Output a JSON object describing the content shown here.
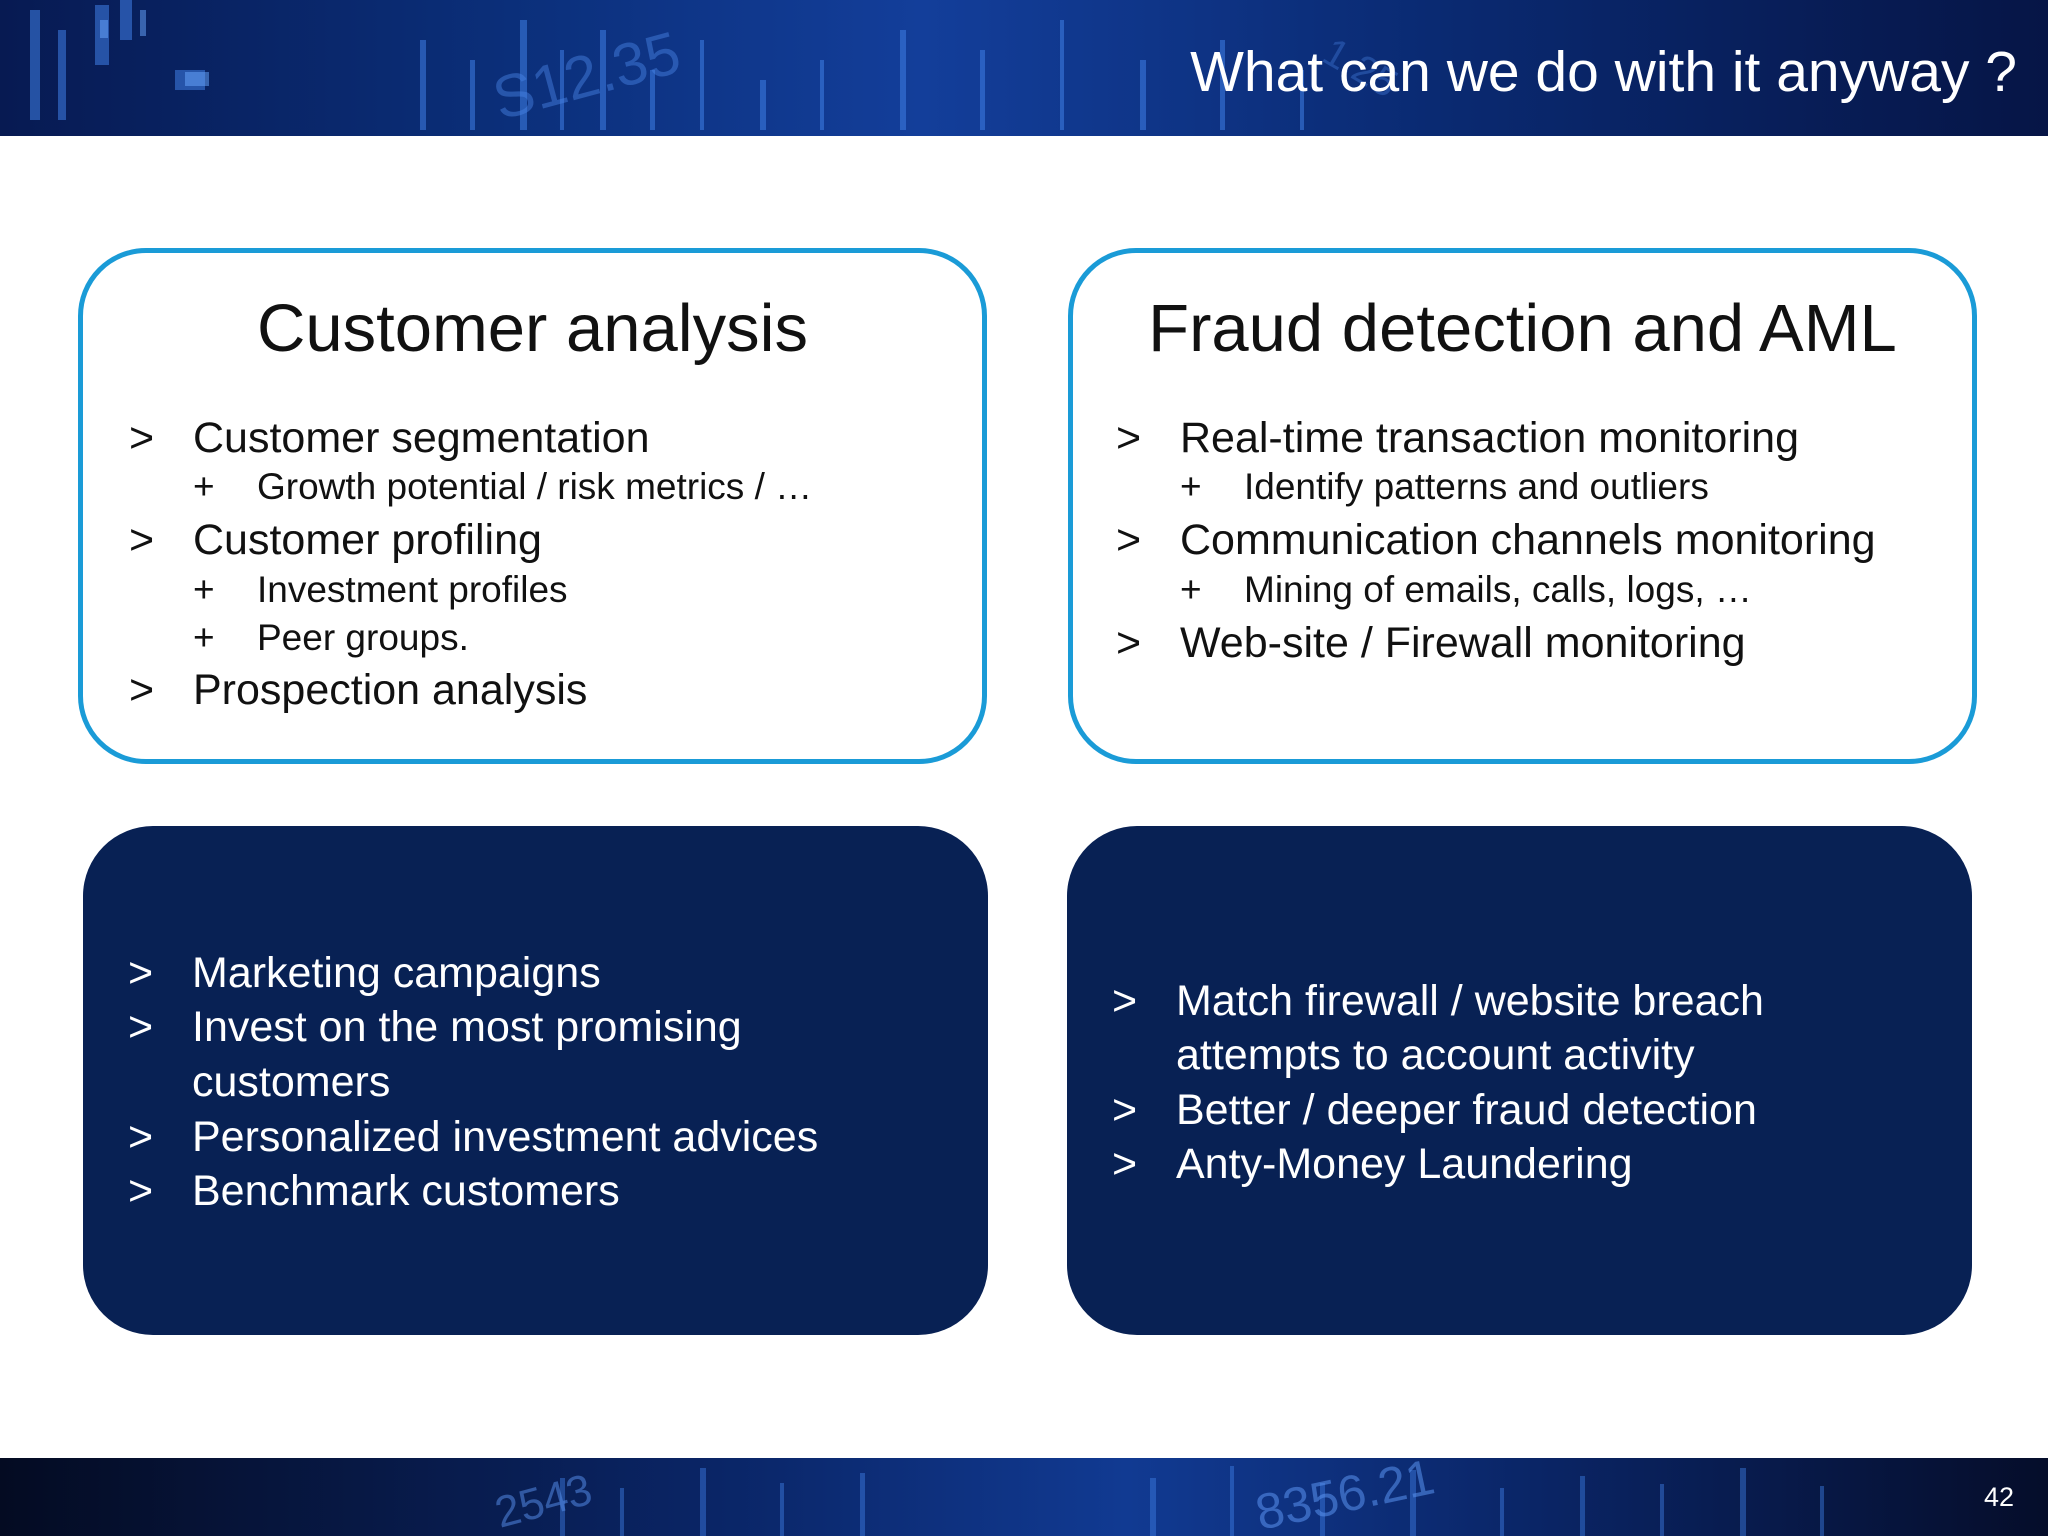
{
  "header": {
    "title": "What can we do with it anyway ?"
  },
  "boxes": {
    "customer": {
      "title": "Customer analysis",
      "items": [
        {
          "marker": ">",
          "label": "Customer segmentation"
        },
        {
          "marker": "+",
          "label": "Growth potential / risk metrics / …"
        },
        {
          "marker": ">",
          "label": "Customer profiling"
        },
        {
          "marker": "+",
          "label": "Investment profiles"
        },
        {
          "marker": "+",
          "label": "Peer groups."
        },
        {
          "marker": ">",
          "label": "Prospection analysis"
        }
      ]
    },
    "fraud": {
      "title": "Fraud detection and AML",
      "items": [
        {
          "marker": ">",
          "label": "Real-time transaction monitoring"
        },
        {
          "marker": "+",
          "label": "Identify patterns and outliers"
        },
        {
          "marker": ">",
          "label": "Communication channels monitoring"
        },
        {
          "marker": "+",
          "label": "Mining of emails, calls, logs, …"
        },
        {
          "marker": ">",
          "label": "Web-site / Firewall monitoring"
        }
      ]
    },
    "customer_uses": {
      "items": [
        {
          "marker": ">",
          "lines": [
            "Marketing campaigns"
          ]
        },
        {
          "marker": ">",
          "lines": [
            "Invest on the most promising",
            "customers"
          ]
        },
        {
          "marker": ">",
          "lines": [
            "Personalized investment advices"
          ]
        },
        {
          "marker": ">",
          "lines": [
            "Benchmark customers"
          ]
        }
      ]
    },
    "fraud_uses": {
      "items": [
        {
          "marker": ">",
          "lines": [
            "Match firewall / website breach",
            "attempts to account activity"
          ]
        },
        {
          "marker": ">",
          "lines": [
            "Better / deeper fraud detection"
          ]
        },
        {
          "marker": ">",
          "lines": [
            "Anty-Money Laundering"
          ]
        }
      ]
    }
  },
  "footer": {
    "page_number": "42"
  },
  "colors": {
    "outline": "#1a9bd7",
    "dark_box": "#082154",
    "banner": "#0b2f7a"
  }
}
